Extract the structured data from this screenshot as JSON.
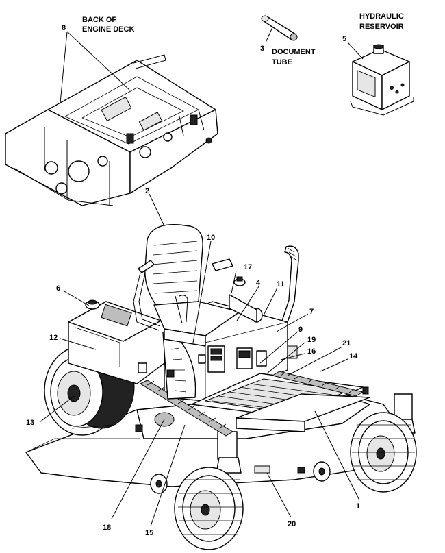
{
  "captions": {
    "back_of_engine_deck": [
      "BACK OF",
      "ENGINE DECK"
    ],
    "document_tube": [
      "DOCUMENT",
      "TUBE"
    ],
    "hydraulic_reservoir": [
      "HYDRAULIC",
      "RESERVOIR"
    ]
  },
  "callouts": {
    "c1": "1",
    "c2": "2",
    "c3": "3",
    "c4": "4",
    "c5": "5",
    "c6": "6",
    "c7": "7",
    "c8": "8",
    "c9": "9",
    "c10": "10",
    "c11": "11",
    "c12": "12",
    "c13": "13",
    "c14": "14",
    "c15": "15",
    "c16": "16",
    "c17": "17",
    "c18": "18",
    "c19": "19",
    "c20": "20",
    "c21": "21"
  }
}
